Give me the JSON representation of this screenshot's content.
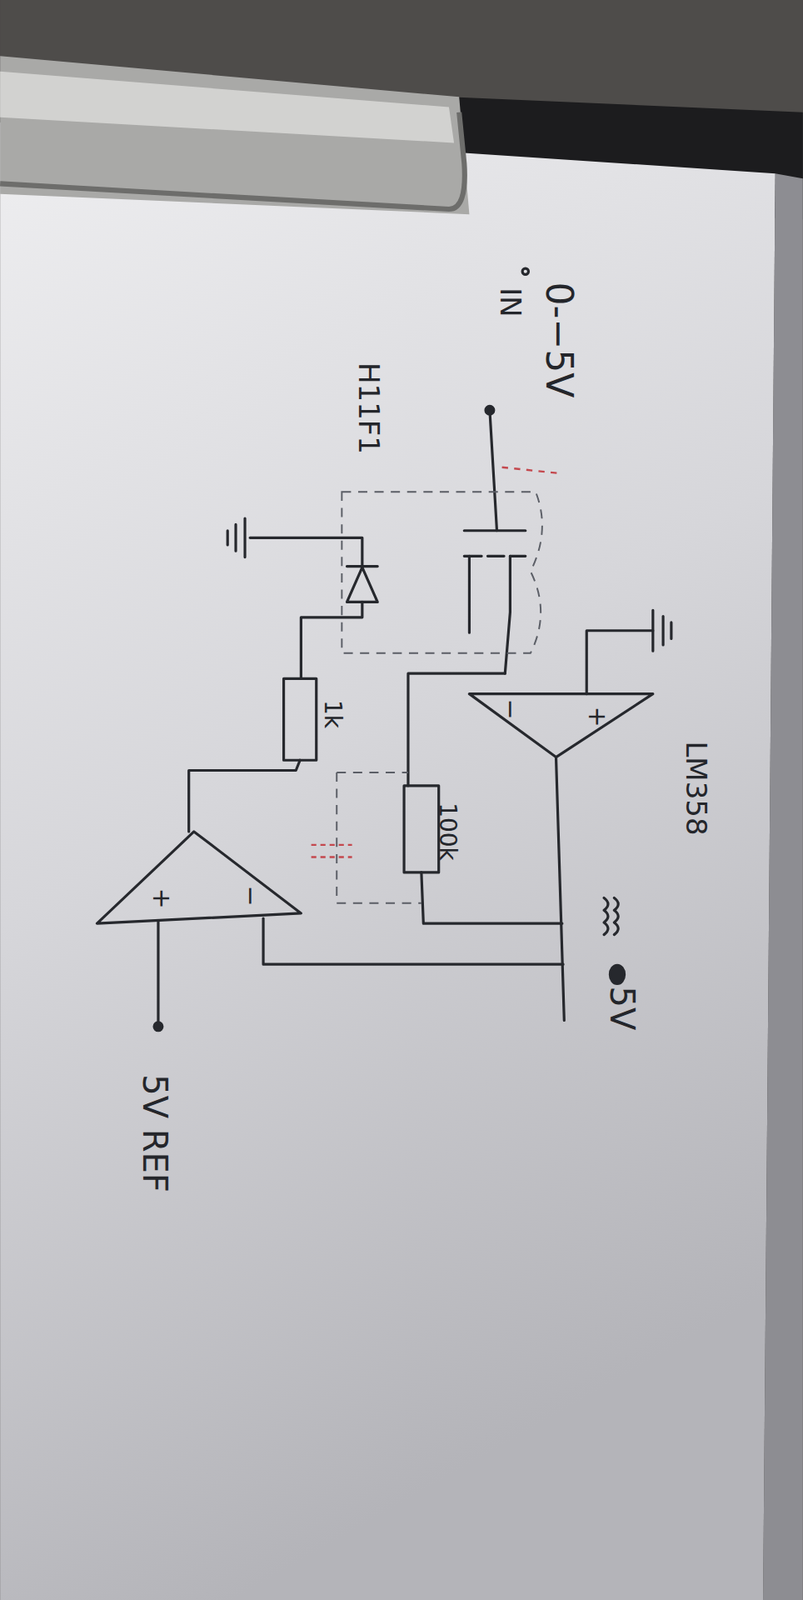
{
  "diagram": {
    "labels": [
      "0-−5V",
      "IN",
      "H11F1",
      "LM358",
      "5V",
      "1k",
      "100k",
      "+",
      "−",
      "+",
      "−",
      "5V REF"
    ]
  }
}
